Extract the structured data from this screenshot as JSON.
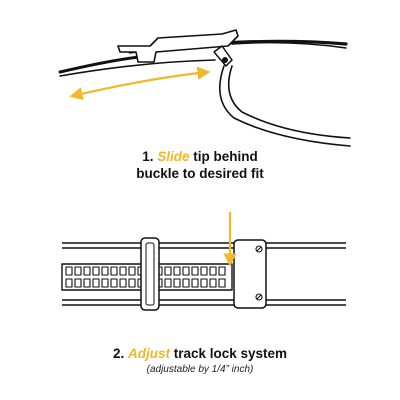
{
  "step1": {
    "number": "1.",
    "keyword": "Slide",
    "line1_rest": "tip behind",
    "line2": "buckle to desired fit"
  },
  "step2": {
    "number": "2.",
    "keyword": "Adjust",
    "rest": "track lock system",
    "note": "(adjustable by 1/4” inch)"
  },
  "colors": {
    "accent": "#f0b82a",
    "ink": "#111111",
    "background": "#ffffff"
  },
  "icons": {
    "slide_arrow": "double-headed-curved-arrow",
    "adjust_arrow": "down-arrow"
  }
}
